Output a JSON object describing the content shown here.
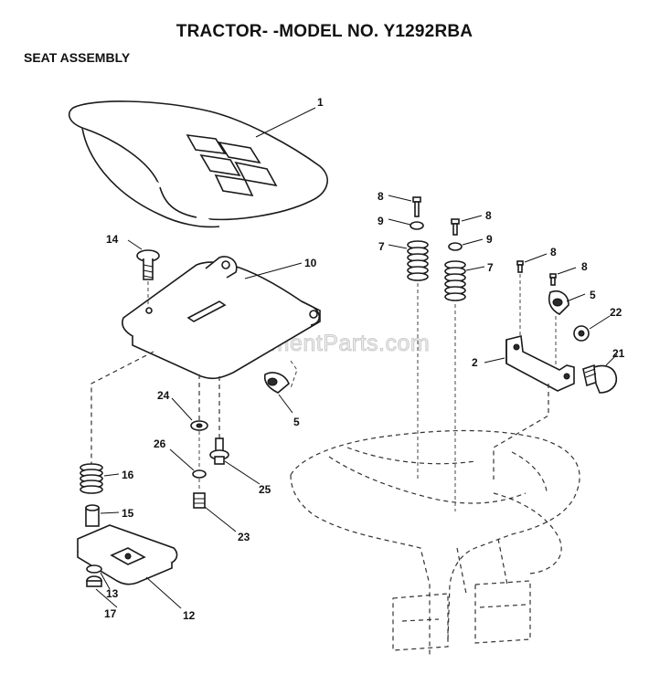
{
  "header": {
    "title": "TRACTOR- -MODEL NO. Y1292RBA",
    "subtitle": "SEAT ASSEMBLY"
  },
  "watermark": "eReplacementParts.com",
  "callouts": {
    "p1": "1",
    "p2": "2",
    "p5a": "5",
    "p5b": "5",
    "p7a": "7",
    "p7b": "7",
    "p8a": "8",
    "p8b": "8",
    "p8c": "8",
    "p8d": "8",
    "p9a": "9",
    "p9b": "9",
    "p10": "10",
    "p12": "12",
    "p13": "13",
    "p14": "14",
    "p15": "15",
    "p16": "16",
    "p17": "17",
    "p21": "21",
    "p22": "22",
    "p23": "23",
    "p24": "24",
    "p25": "25",
    "p26": "26"
  }
}
